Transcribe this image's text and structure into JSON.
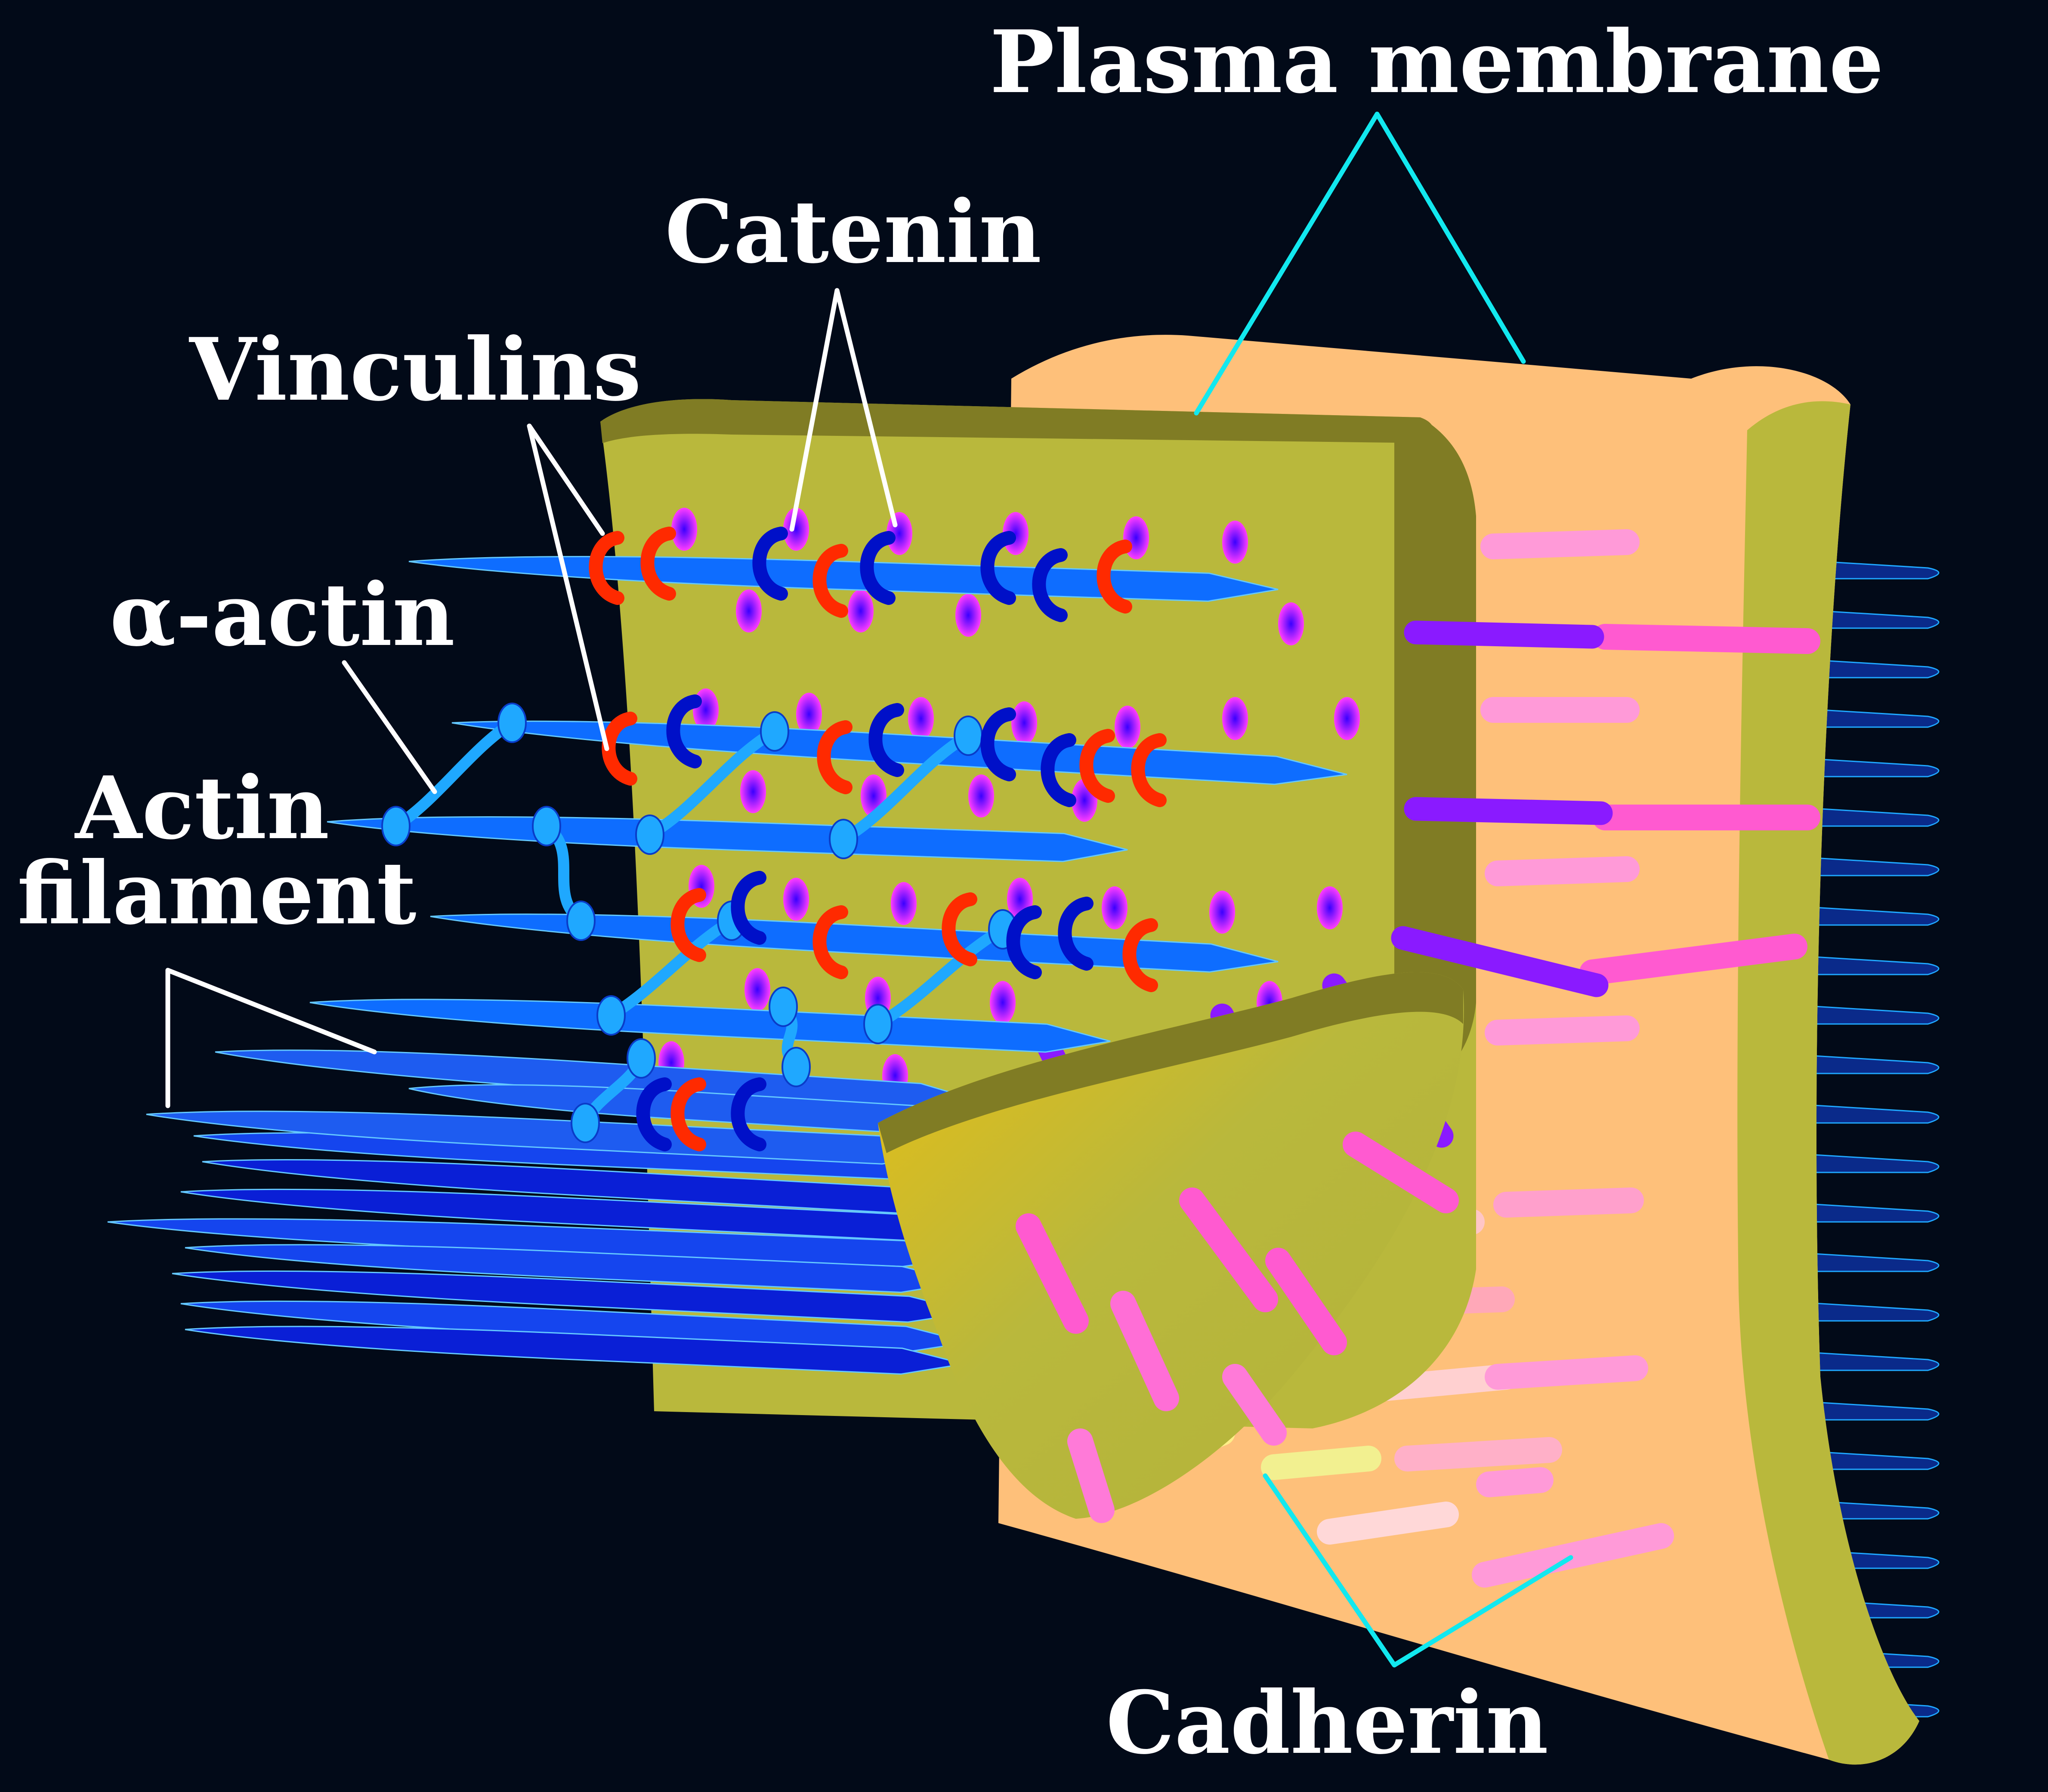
{
  "labels": {
    "plasma_membrane": "Plasma membrane",
    "catenin": "Catenin",
    "vinculins": "Vinculins",
    "alpha_actin": "α-actin",
    "actin_filament_line1": "Actin",
    "actin_filament_line2": "filament",
    "cadherin": "Cadherin"
  },
  "colors": {
    "background": "#020a18",
    "membrane_front": "#b9b83c",
    "membrane_edge": "#807c24",
    "membrane_back": "#fec07a",
    "actin_filament": "#0e6dff",
    "actin_filament_dark": "#0a1fd6",
    "alpha_actin": "#1fa8ff",
    "vinculin": "#ff2a00",
    "catenin": "#0010c8",
    "cadherin_pink": "#ff5ad0",
    "cadherin_purple": "#8a1aff",
    "pointer_white": "#ffffff",
    "pointer_cyan": "#12e8ef"
  }
}
